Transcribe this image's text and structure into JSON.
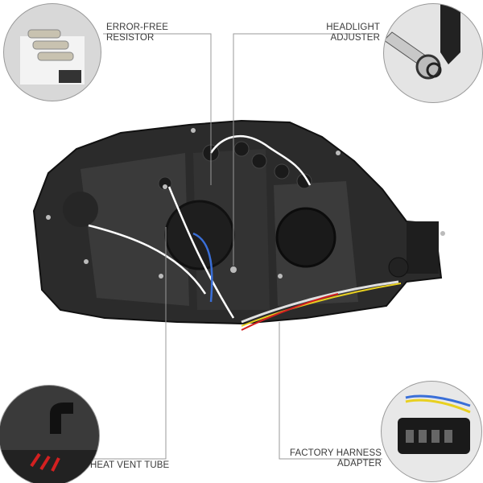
{
  "callouts": {
    "resistor": {
      "line1": "ERROR-FREE",
      "line2": "RESISTOR"
    },
    "adjuster": {
      "line1": "HEADLIGHT",
      "line2": "ADJUSTER"
    },
    "vent": {
      "line1": "HEAT VENT TUBE"
    },
    "harness": {
      "line1": "FACTORY HARNESS",
      "line2": "ADAPTER"
    }
  },
  "colors": {
    "housing": "#2a2a2a",
    "line": "#9a9a9a",
    "vent_arrow": "#d42020"
  }
}
